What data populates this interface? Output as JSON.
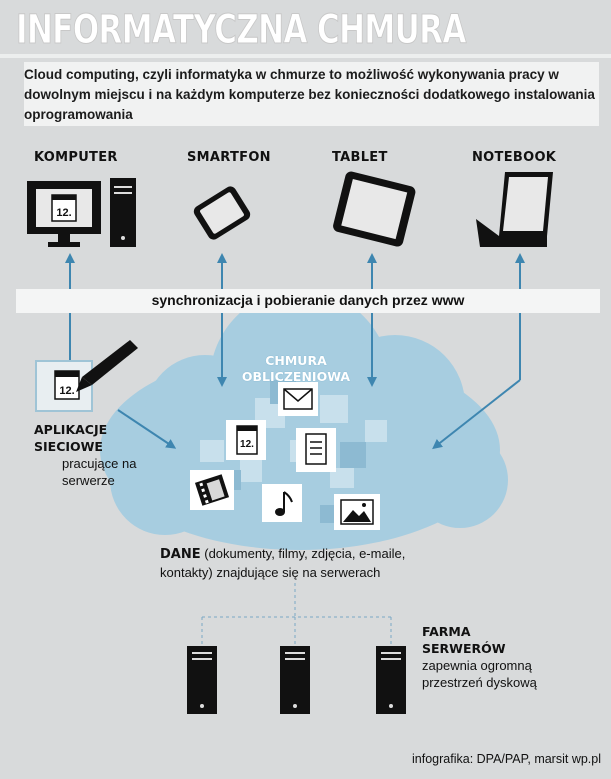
{
  "title": "INFORMATYCZNA CHMURA",
  "intro": "Cloud computing, czyli informatyka w chmurze to możliwość wykonywania pracy w dowolnym miejscu i na każdym komputerze bez konieczności dodatkowego instalowania oprogramowania",
  "devices": {
    "computer": "KOMPUTER",
    "smartphone": "SMARTFON",
    "tablet": "TABLET",
    "notebook": "NOTEBOOK"
  },
  "calendar_number": "12.",
  "sync_label": "synchronizacja i pobieranie danych przez www",
  "cloud": {
    "title_line1": "CHMURA",
    "title_line2": "OBLICZENIOWA"
  },
  "apps": {
    "title_line1": "APLIKACJE",
    "title_line2": "SIECIOWE",
    "desc_line1": "pracujące na",
    "desc_line2": "serwerze"
  },
  "data": {
    "bold": "DANE",
    "desc_part1": " (dokumenty, filmy, zdjęcia, e-maile,",
    "desc_part2": "kontakty) znajdujące się na serwerach"
  },
  "farm": {
    "title_line1": "FARMA",
    "title_line2": "SERWERÓW",
    "desc_line1": "zapewnia ogromną",
    "desc_line2": "przestrzeń dyskową"
  },
  "credit": "infografika: DPA/PAP, marsit wp.pl",
  "colors": {
    "background": "#d8dadb",
    "cloud": "#a7cde0",
    "arrow": "#3e86b0"
  },
  "icons": [
    "computer-icon",
    "tower-icon",
    "smartphone-icon",
    "tablet-icon",
    "notebook-icon",
    "calendar-icon",
    "pen-icon",
    "envelope-icon",
    "document-icon",
    "film-icon",
    "music-note-icon",
    "photo-icon",
    "server-icon"
  ]
}
